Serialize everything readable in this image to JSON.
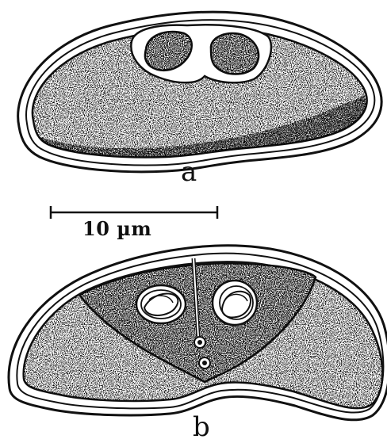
{
  "panels": [
    {
      "label": "a"
    },
    {
      "label": "b"
    }
  ],
  "scale_bar": {
    "label": "10 µm"
  },
  "colors": {
    "ink": "#111111",
    "paper": "#ffffff"
  }
}
